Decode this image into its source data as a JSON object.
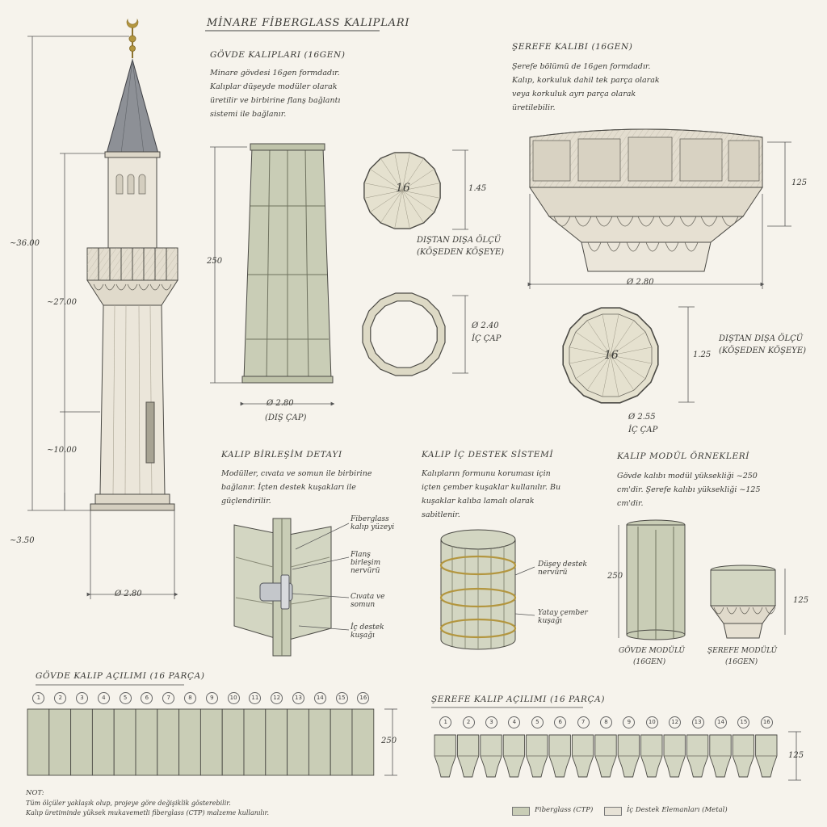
{
  "title": "MİNARE FİBERGLASS KALIPLARI",
  "minaret": {
    "dim_total": "~36.00",
    "dim_serefe": "~27.00",
    "dim_door": "~10.00",
    "dim_base": "~3.50",
    "dim_diameter": "Ø 2.80"
  },
  "govde": {
    "heading": "GÖVDE KALIPLARI (16GEN)",
    "text": "Minare gövdesi 16gen formdadır. Kalıplar düşeyde modüler olarak üretilir ve birbirine flanş bağlantı sistemi ile bağlanır.",
    "height": "250",
    "outer_diameter": "Ø 2.80",
    "outer_note": "(DIŞ ÇAP)",
    "plan_number": "16",
    "plan_dim": "1.45",
    "plan_caption_1": "DIŞTAN DIŞA ÖLÇÜ",
    "plan_caption_2": "(KÖŞEDEN KÖŞEYE)",
    "inner_dim": "Ø 2.40",
    "inner_label": "İÇ ÇAP"
  },
  "serefe": {
    "heading": "ŞEREFE KALIBI (16GEN)",
    "text": "Şerefe bölümü de 16gen formdadır. Kalıp, korkuluk dahil tek parça olarak veya korkuluk ayrı parça olarak üretilebilir.",
    "height": "125",
    "diameter": "Ø 2.80",
    "plan_number": "16",
    "plan_dim": "1.25",
    "plan_caption_1": "DIŞTAN DIŞA ÖLÇÜ",
    "plan_caption_2": "(KÖŞEDEN KÖŞEYE)",
    "inner_dim": "Ø 2.55",
    "inner_label": "İÇ ÇAP"
  },
  "birlesim": {
    "heading": "KALIP BİRLEŞİM DETAYI",
    "text": "Modüller, cıvata ve somun ile birbirine bağlanır. İçten destek kuşakları ile güçlendirilir.",
    "labels": [
      "Fiberglass kalıp yüzeyi",
      "Flanş birleşim nervürü",
      "Cıvata ve somun",
      "İç destek kuşağı"
    ]
  },
  "destek": {
    "heading": "KALIP İÇ DESTEK SİSTEMİ",
    "text": "Kalıpların formunu koruması için içten çember kuşaklar kullanılır. Bu kuşaklar kalıba lamalı olarak sabitlenir.",
    "labels": [
      "Düşey destek nervürü",
      "Yatay çember kuşağı"
    ]
  },
  "modul": {
    "heading": "KALIP MODÜL ÖRNEKLERİ",
    "text": "Gövde kalıbı modül yüksekliği ~250 cm'dir. Şerefe kalıbı yüksekliği ~125 cm'dir.",
    "govde_height": "250",
    "serefe_height": "125",
    "govde_caption_1": "GÖVDE MODÜLÜ",
    "govde_caption_2": "(16GEN)",
    "serefe_caption_1": "ŞEREFE MODÜLÜ",
    "serefe_caption_2": "(16GEN)"
  },
  "govde_acilim": {
    "heading": "GÖVDE KALIP AÇILIMI (16 PARÇA)",
    "numbers": [
      "1",
      "2",
      "3",
      "4",
      "5",
      "6",
      "7",
      "8",
      "9",
      "10",
      "11",
      "12",
      "13",
      "14",
      "15",
      "16"
    ],
    "height": "250"
  },
  "serefe_acilim": {
    "heading": "ŞEREFE KALIP AÇILIMI (16 PARÇA)",
    "numbers": [
      "1",
      "2",
      "3",
      "4",
      "5",
      "6",
      "7",
      "8",
      "9",
      "10",
      "12",
      "13",
      "14",
      "15",
      "16"
    ],
    "height": "125"
  },
  "note": {
    "title": "NOT:",
    "line1": "Tüm ölçüler yaklaşık olup, projeye göre değişiklik gösterebilir.",
    "line2": "Kalıp üretiminde yüksek mukavemetli fiberglass (CTP) malzeme kullanılır."
  },
  "legend": {
    "fiberglass": "Fiberglass (CTP)",
    "metal": "İç Destek Elemanları (Metal)"
  },
  "colors": {
    "fiberglass": "#c9cdb6",
    "paper": "#f6f3ec",
    "stone": "#e7e2d6",
    "roof": "#8d9096",
    "brass": "#b3963f"
  }
}
